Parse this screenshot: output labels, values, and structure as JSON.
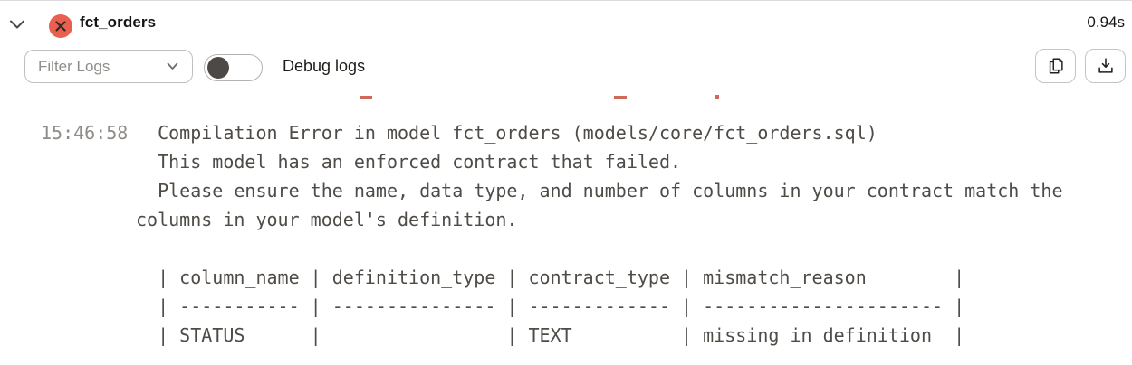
{
  "header": {
    "title": "fct_orders",
    "duration": "0.94s",
    "status": "error"
  },
  "toolbar": {
    "filter_dropdown_label": "Filter Logs",
    "debug_toggle_state": "off",
    "debug_toggle_label": "Debug logs"
  },
  "log": {
    "timestamp": "15:46:58",
    "message": "  Compilation Error in model fct_orders (models/core/fct_orders.sql)\n  This model has an enforced contract that failed.\n  Please ensure the name, data_type, and number of columns in your contract match the\ncolumns in your model's definition.\n\n  | column_name | definition_type | contract_type | mismatch_reason        |\n  | ----------- | --------------- | ------------- | ---------------------- |\n  | STATUS      |                 | TEXT          | missing in definition  |",
    "clipped_previous_line": {
      "visible_fragments": [
        "_",
        "_",
        "."
      ],
      "color": "#cf6a57"
    }
  },
  "colors": {
    "error_badge": "#e8604f",
    "log_text": "#4f4b47",
    "timestamp_text": "#908d89",
    "clipped_text": "#cf6a57"
  }
}
